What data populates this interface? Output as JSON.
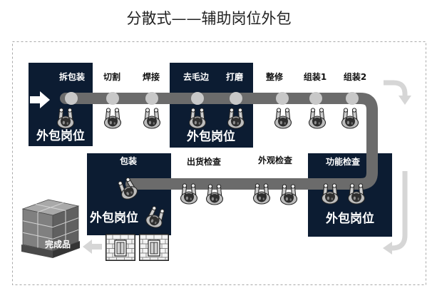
{
  "title": "分散式——辅助岗位外包",
  "stations": {
    "top": [
      "拆包装",
      "切割",
      "焊接",
      "去毛边",
      "打磨",
      "整修",
      "组装1",
      "组装2"
    ],
    "bottom": [
      "包装",
      "出货检查",
      "外观检查",
      "功能检查"
    ]
  },
  "zones": [
    {
      "label": "外包岗位"
    },
    {
      "label": "外包岗位"
    },
    {
      "label": "外包岗位"
    },
    {
      "label": "外包岗位"
    }
  ],
  "finished_goods": {
    "label": "完成品"
  },
  "colors": {
    "zone_fill": "#0c1c32",
    "conveyor": "#6b6b6b",
    "station_dot": "#c8c8c8",
    "flow_arrow": "#d6d6d6"
  },
  "icons": {
    "entry": "arrow-right-icon",
    "worker": "worker-top-view-icon",
    "container": "crate-icon",
    "finished_goods": "pallet-boxes-icon",
    "flow": "curved-arrow-icon"
  }
}
